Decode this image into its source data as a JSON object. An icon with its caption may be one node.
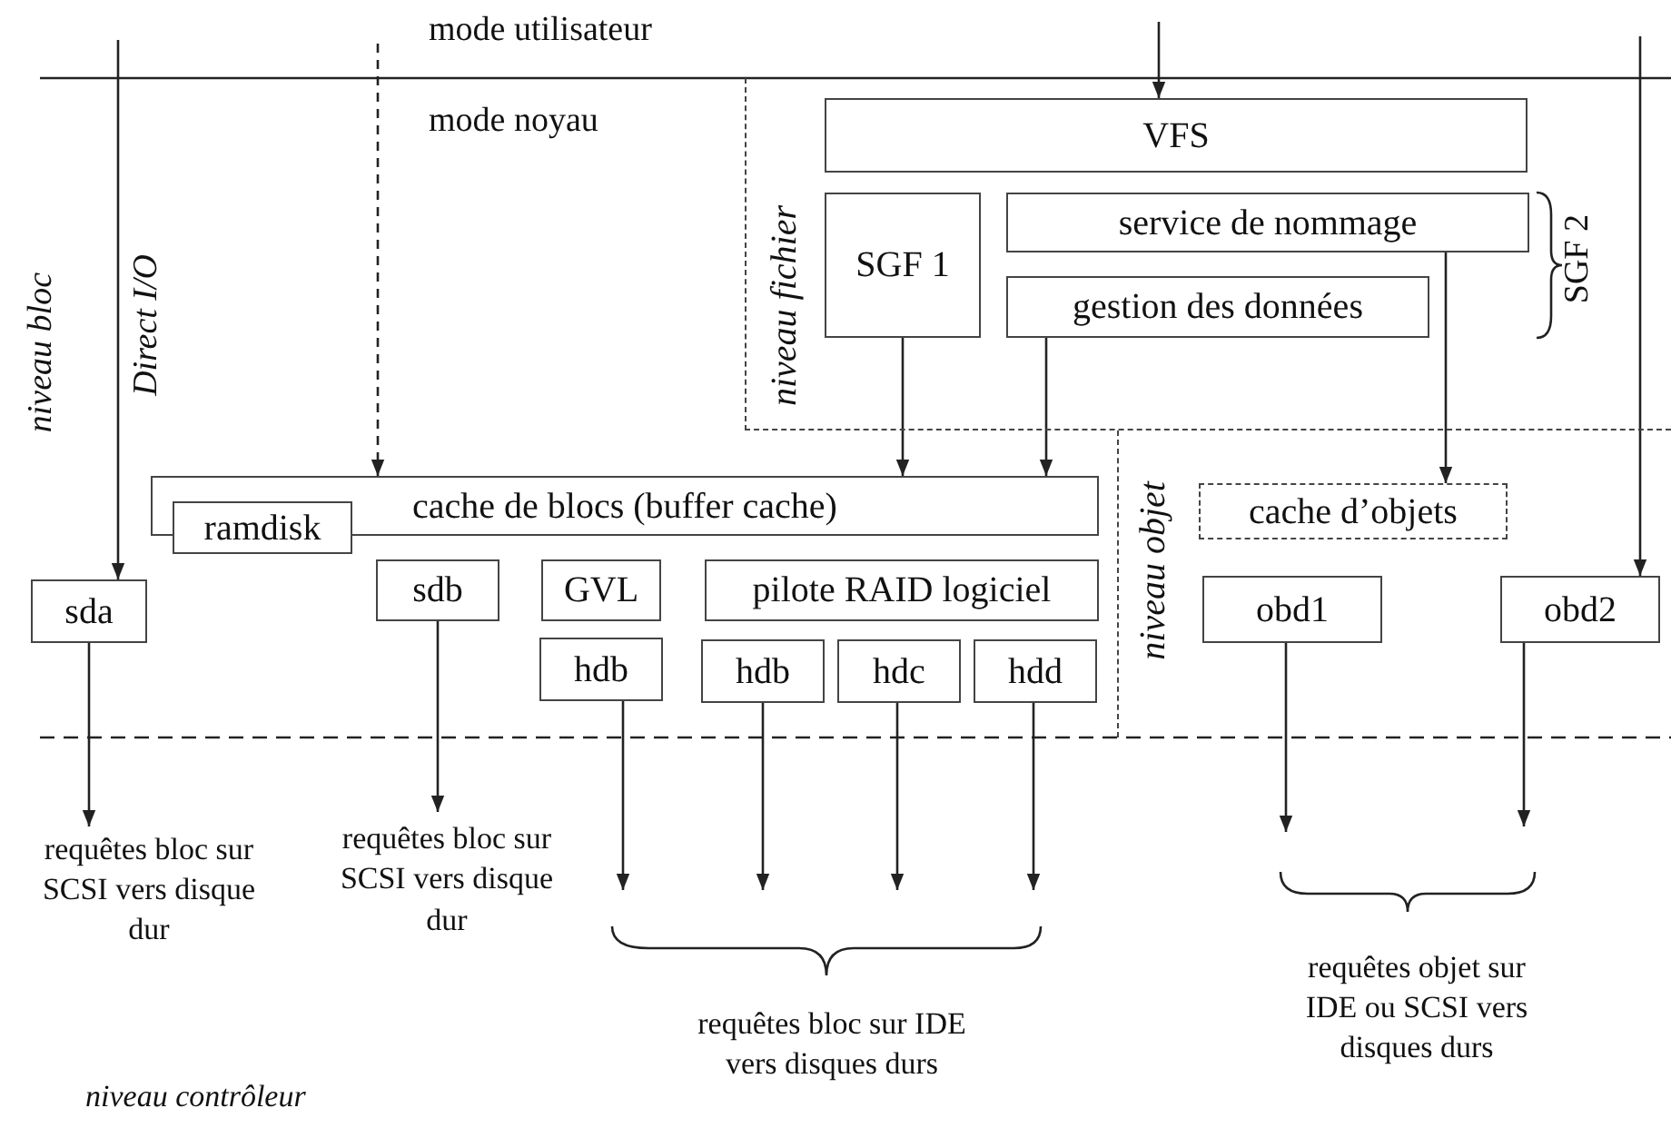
{
  "diagram": {
    "nodes": [
      {
        "text": [
          "niveau fichier"
        ]
      },
      {
        "text": [
          "VFS"
        ],
        "in": 0
      },
      {
        "text": [
          "SGF 1"
        ],
        "in": 0
      },
      {
        "text": [
          "service de nommage"
        ],
        "in": 0
      },
      {
        "text": [
          "gestion des données"
        ],
        "in": 0
      },
      {
        "text": [
          "cache de blocs (buffer cache)"
        ]
      },
      {
        "text": [
          "ramdisk"
        ]
      },
      {
        "text": [
          "sda"
        ]
      },
      {
        "text": [
          "sdb"
        ]
      },
      {
        "text": [
          "GVL"
        ]
      },
      {
        "text": [
          "pilote RAID logiciel"
        ]
      },
      {
        "text": [
          "hdb"
        ]
      },
      {
        "text": [
          "hdb"
        ]
      },
      {
        "text": [
          "hdc"
        ]
      },
      {
        "text": [
          "hdd"
        ]
      },
      {
        "text": [
          "niveau objet"
        ]
      },
      {
        "text": [
          "cache d’objets"
        ],
        "in": 15
      },
      {
        "text": [
          "obd1"
        ],
        "in": 15
      },
      {
        "text": [
          "obd2"
        ],
        "in": 15
      },
      {
        "text": [
          "requêtes bloc sur SCSI vers disque dur"
        ]
      },
      {
        "text": [
          "requêtes bloc sur SCSI vers disque dur"
        ]
      }
    ],
    "edges": [
      {
        "from": null,
        "to": 1,
        "arrow": "to"
      },
      {
        "from": null,
        "to": 5,
        "arrow": "to",
        "style": "dashed"
      },
      {
        "from": null,
        "to": 7,
        "arrow": "to",
        "label": "Direct I/O"
      },
      {
        "from": null,
        "to": 18,
        "arrow": "to"
      },
      {
        "from": 2,
        "to": 5,
        "arrow": "to"
      },
      {
        "from": 4,
        "to": 5,
        "arrow": "to"
      },
      {
        "from": 3,
        "to": 16,
        "arrow": "to"
      },
      {
        "from": 7,
        "to": 19,
        "arrow": "to"
      },
      {
        "from": 8,
        "to": 20,
        "arrow": "to"
      },
      {
        "from": 11,
        "to": null,
        "arrow": "to"
      },
      {
        "from": 12,
        "to": null,
        "arrow": "to"
      },
      {
        "from": 13,
        "to": null,
        "arrow": "to"
      },
      {
        "from": 14,
        "to": null,
        "arrow": "to"
      },
      {
        "from": 17,
        "to": null,
        "arrow": "to"
      },
      {
        "from": 18,
        "to": null,
        "arrow": "to"
      }
    ],
    "labels": [
      "mode utilisateur",
      "mode noyau",
      "niveau bloc",
      "SGF 2",
      "requêtes bloc sur IDE vers disques durs",
      "requêtes objet sur IDE ou SCSI vers disques durs",
      "niveau contrôleur"
    ]
  }
}
